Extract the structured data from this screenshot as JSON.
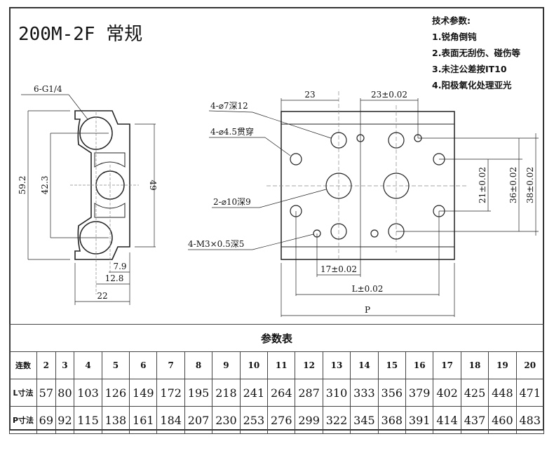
{
  "title": "200M-2F 常规",
  "tech": {
    "heading": "技术参数:",
    "items": [
      "1.锐角倒钝",
      "2.表面无刮伤、碰伤等",
      "3.未注公差按IT10",
      "4.阳极氧化处理亚光"
    ]
  },
  "profile": {
    "port_label": "6-G1/4",
    "dim_height_total": "59.2",
    "dim_port_spacing": "42.3",
    "dim_height_body": "49",
    "dim_7_9": "7.9",
    "dim_12_8": "12.8",
    "dim_width": "22"
  },
  "plan": {
    "label_7": "4-⌀7深12",
    "label_45": "4-⌀4.5贯穿",
    "label_10": "2-⌀10深9",
    "label_m3": "4-M3×0.5深5",
    "dim_23": "23",
    "dim_23_tol": "23±0.02",
    "dim_21": "21±0.02",
    "dim_36": "36±0.02",
    "dim_38": "38±0.02",
    "dim_17": "17±0.02",
    "dim_L": "L±0.02",
    "dim_P": "P"
  },
  "table": {
    "caption": "参数表",
    "row_labels": [
      "连数",
      "L寸法",
      "P寸法"
    ],
    "stations": [
      "2",
      "3",
      "4",
      "5",
      "6",
      "7",
      "8",
      "9",
      "10",
      "11",
      "12",
      "13",
      "14",
      "15",
      "16",
      "17",
      "18",
      "19",
      "20"
    ],
    "L": [
      "57",
      "80",
      "103",
      "126",
      "149",
      "172",
      "195",
      "218",
      "241",
      "264",
      "287",
      "310",
      "333",
      "356",
      "379",
      "402",
      "425",
      "448",
      "471"
    ],
    "P": [
      "69",
      "92",
      "115",
      "138",
      "161",
      "184",
      "207",
      "230",
      "253",
      "276",
      "299",
      "322",
      "345",
      "368",
      "391",
      "414",
      "437",
      "460",
      "483"
    ]
  }
}
